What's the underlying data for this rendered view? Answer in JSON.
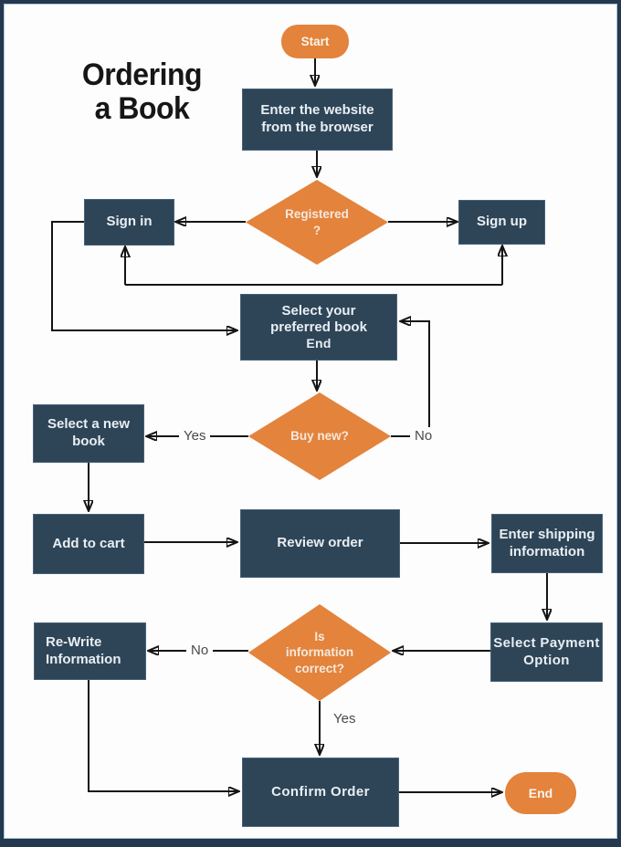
{
  "page": {
    "title": "Ordering\na Book"
  },
  "colors": {
    "process_fill": "#2E4557",
    "accent_orange": "#E3833C",
    "line": "#141414",
    "frame_border": "#24384E",
    "frame_inner_line": "#A9C6DC",
    "background": "#FDFDFD"
  },
  "nodes": {
    "start": {
      "label": "Start",
      "type": "terminator"
    },
    "enter_website": {
      "label": "Enter the website\nfrom the browser",
      "type": "process"
    },
    "registered": {
      "label": "Registered\n?",
      "type": "decision"
    },
    "sign_in": {
      "label": "Sign in",
      "type": "process"
    },
    "sign_up": {
      "label": "Sign up",
      "type": "process"
    },
    "select_preferred": {
      "label": "Select your\npreferred book",
      "sublabel": "End",
      "type": "process"
    },
    "buy_new": {
      "label": "Buy new?",
      "type": "decision"
    },
    "select_new_book": {
      "label": "Select a new\nbook",
      "type": "process"
    },
    "add_to_cart": {
      "label": "Add to cart",
      "type": "process"
    },
    "review_order": {
      "label": "Review order",
      "type": "process"
    },
    "enter_shipping": {
      "label": "Enter shipping\ninformation",
      "type": "process"
    },
    "select_payment": {
      "label": "Select Payment\nOption",
      "type": "process"
    },
    "info_correct": {
      "label": "Is\ninformation\ncorrect?",
      "type": "decision"
    },
    "rewrite_info": {
      "label": "Re-Write\nInformation",
      "type": "process"
    },
    "confirm_order": {
      "label": "Confirm Order",
      "type": "process"
    },
    "end": {
      "label": "End",
      "type": "terminator"
    }
  },
  "edge_labels": {
    "buy_new_yes": "Yes",
    "buy_new_no": "No",
    "info_correct_no": "No",
    "info_correct_yes": "Yes"
  }
}
